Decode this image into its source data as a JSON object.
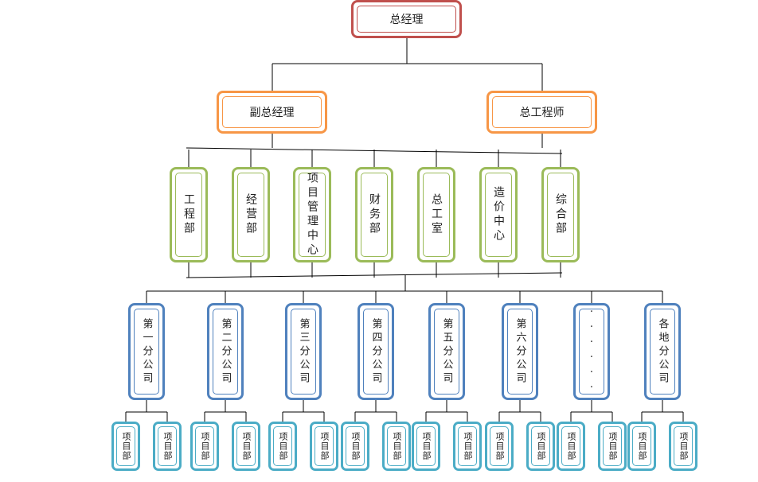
{
  "colors": {
    "level0": "#c0504d",
    "level1": "#f79646",
    "level2": "#9bbb59",
    "level3": "#4f81bd",
    "level4": "#4bacc6",
    "line": "#000000"
  },
  "org": {
    "top": "总经理",
    "deputy": "副总经理",
    "chief_engineer": "总工程师",
    "departments": [
      "工程部",
      "经营部",
      "项目管理中心",
      "财务部",
      "总工室",
      "造价中心",
      "综合部"
    ],
    "branches": [
      "第一分公司",
      "第二分公司",
      "第三分公司",
      "第四分公司",
      "第五分公司",
      "第六分公司",
      "······",
      "各地分公司"
    ],
    "project_dept": "项目部"
  }
}
